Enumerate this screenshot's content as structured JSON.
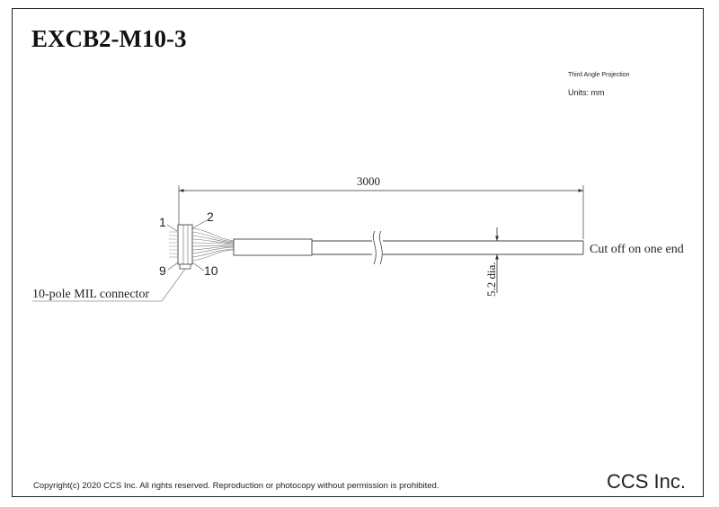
{
  "drawing": {
    "title": "EXCB2-M10-3",
    "projection": "Third Angle Projection",
    "units": "Units: mm",
    "length": "3000",
    "diameter": "5.2 dia.",
    "cut_note": "Cut off on one end",
    "connector_label": "10-pole MIL connector",
    "pin_labels": {
      "pin1": "1",
      "pin2": "2",
      "pin9": "9",
      "pin10": "10"
    },
    "copyright": "Copyright(c) 2020 CCS Inc. All rights reserved.  Reproduction or photocopy without permission is prohibited.",
    "company": "CCS Inc."
  }
}
